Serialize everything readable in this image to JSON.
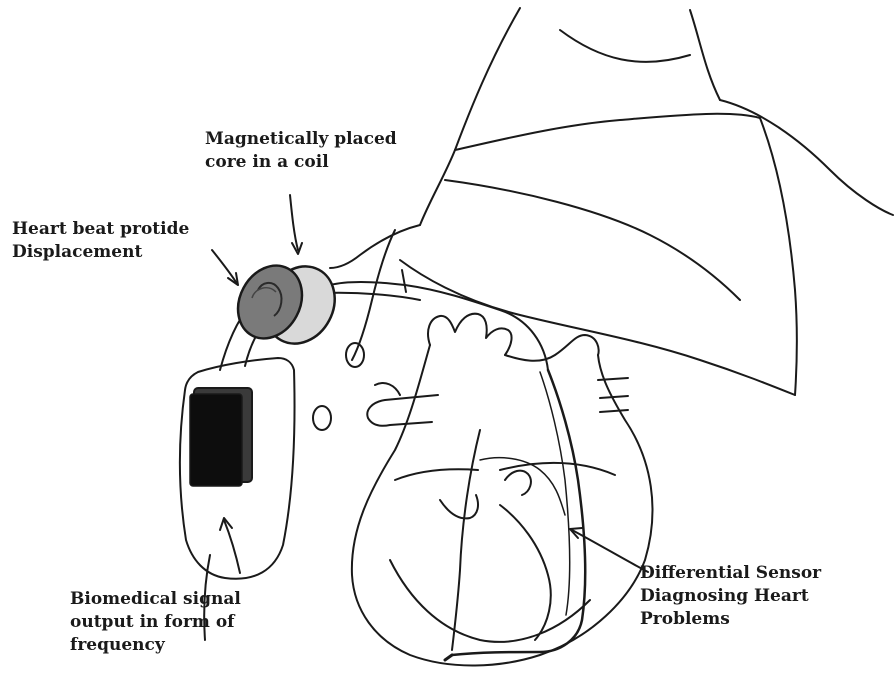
{
  "labels": {
    "magnet": {
      "line1": "Magnetically placed",
      "line2": "core in a coil"
    },
    "heartbeat": {
      "line1": "Heart beat protide",
      "line2": "Displacement"
    },
    "biomedical": {
      "line1": "Biomedical signal",
      "line2": "output in form of",
      "line3": "frequency"
    },
    "sensor": {
      "line1": "Differential Sensor",
      "line2": "Diagnosing Heart",
      "line3": "Problems"
    }
  },
  "colors": {
    "ink": "#1a1a1a",
    "device_front": "#7a7a7a",
    "device_back": "#d9d9d9",
    "battery": "#0d0d0d"
  }
}
